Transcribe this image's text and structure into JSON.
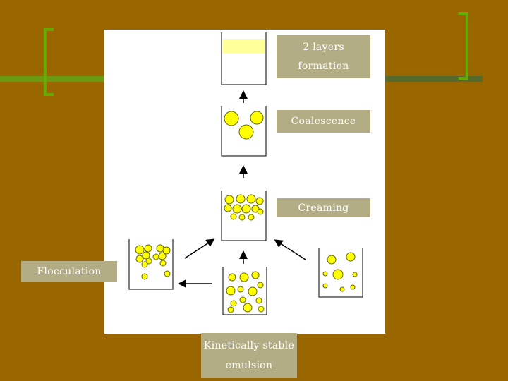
{
  "labels": {
    "two_layers_line1": "2 layers",
    "two_layers_line2": "formation",
    "coalescence": "Coalescence",
    "creaming": "Creaming",
    "flocculation": "Flocculation",
    "stable_line1": "Kinetically stable",
    "stable_line2": "emulsion"
  },
  "colors": {
    "background": "#996600",
    "panel": "#ffffff",
    "label_box": "#b3ad86",
    "droplet": "#ffff00",
    "droplet_stroke": "#666600",
    "cream_layer": "#ffff99",
    "bracket_green": "#66aa00"
  }
}
